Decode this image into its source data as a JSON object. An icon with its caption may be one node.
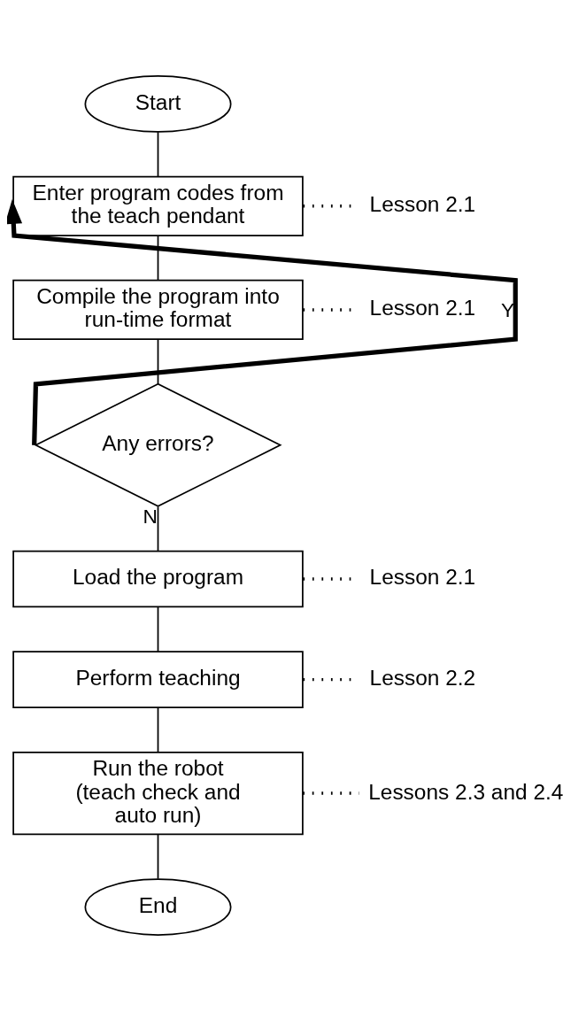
{
  "diagram": {
    "nodes": [
      {
        "text": [
          "Start"
        ]
      },
      {
        "text": [
          "Enter program codes from the teach pendant"
        ]
      },
      {
        "text": [
          "Lesson 2.1"
        ]
      },
      {
        "text": [
          "Compile the program into run-time format"
        ]
      },
      {
        "text": [
          "Lesson 2.1"
        ]
      },
      {
        "text": [
          "Any errors?"
        ]
      },
      {
        "text": [
          "Load the program"
        ]
      },
      {
        "text": [
          "Lesson 2.1"
        ]
      },
      {
        "text": [
          "Perform teaching"
        ]
      },
      {
        "text": [
          "Lesson 2.2"
        ]
      },
      {
        "text": [
          "Run the robot (teach check and auto run)"
        ]
      },
      {
        "text": [
          "Lessons 2.3 and 2.4"
        ]
      },
      {
        "text": [
          "End"
        ]
      }
    ],
    "edges": [
      {
        "from": 0,
        "to": 1,
        "arrow": "none"
      },
      {
        "from": 1,
        "to": 2,
        "arrow": "none",
        "style": "dashed"
      },
      {
        "from": 1,
        "to": 3,
        "arrow": "none"
      },
      {
        "from": 3,
        "to": 4,
        "arrow": "none",
        "style": "dashed"
      },
      {
        "from": 3,
        "to": 5,
        "arrow": "none"
      },
      {
        "from": 5,
        "to": 1,
        "arrow": "to",
        "label": "Y",
        "style": "thick"
      },
      {
        "from": 5,
        "to": 6,
        "arrow": "none",
        "label": "N"
      },
      {
        "from": 6,
        "to": 7,
        "arrow": "none",
        "style": "dashed"
      },
      {
        "from": 6,
        "to": 8,
        "arrow": "none"
      },
      {
        "from": 8,
        "to": 9,
        "arrow": "none",
        "style": "dashed"
      },
      {
        "from": 8,
        "to": 10,
        "arrow": "none"
      },
      {
        "from": 10,
        "to": 11,
        "arrow": "none",
        "style": "dashed"
      },
      {
        "from": 10,
        "to": 12,
        "arrow": "none"
      }
    ]
  }
}
